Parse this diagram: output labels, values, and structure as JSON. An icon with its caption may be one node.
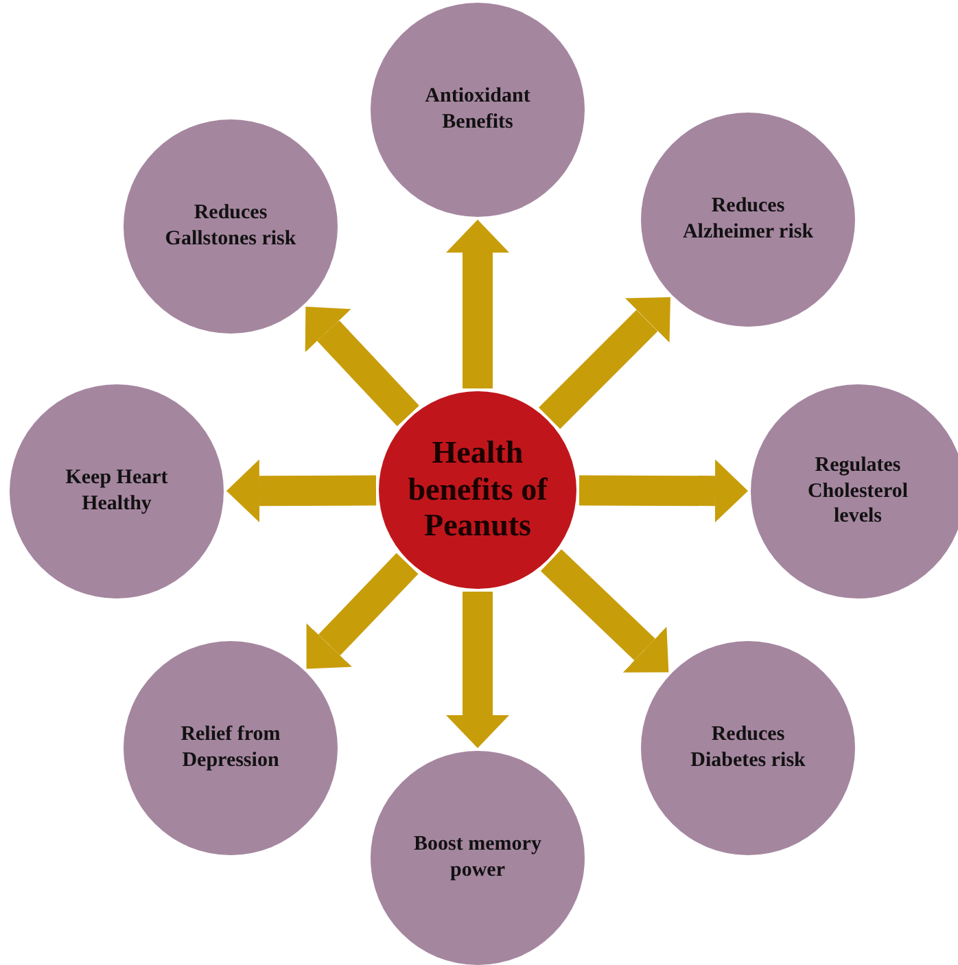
{
  "diagram": {
    "nodes": [
      {
        "text": [
          "Health benefits of Peanuts"
        ]
      },
      {
        "text": [
          "Antioxidant Benefits"
        ]
      },
      {
        "text": [
          "Reduces Alzheimer risk"
        ]
      },
      {
        "text": [
          "Regulates Cholesterol levels"
        ]
      },
      {
        "text": [
          "Reduces Diabetes risk"
        ]
      },
      {
        "text": [
          "Boost memory power"
        ]
      },
      {
        "text": [
          "Relief from Depression"
        ]
      },
      {
        "text": [
          "Keep Heart Healthy"
        ]
      },
      {
        "text": [
          "Reduces Gallstones risk"
        ]
      }
    ],
    "edges": [
      {
        "from": 0,
        "to": 1,
        "arrow": "to"
      },
      {
        "from": 0,
        "to": 2,
        "arrow": "to"
      },
      {
        "from": 0,
        "to": 3,
        "arrow": "to"
      },
      {
        "from": 0,
        "to": 4,
        "arrow": "to"
      },
      {
        "from": 0,
        "to": 5,
        "arrow": "to"
      },
      {
        "from": 0,
        "to": 6,
        "arrow": "to"
      },
      {
        "from": 0,
        "to": 7,
        "arrow": "to"
      },
      {
        "from": 0,
        "to": 8,
        "arrow": "to"
      }
    ]
  }
}
